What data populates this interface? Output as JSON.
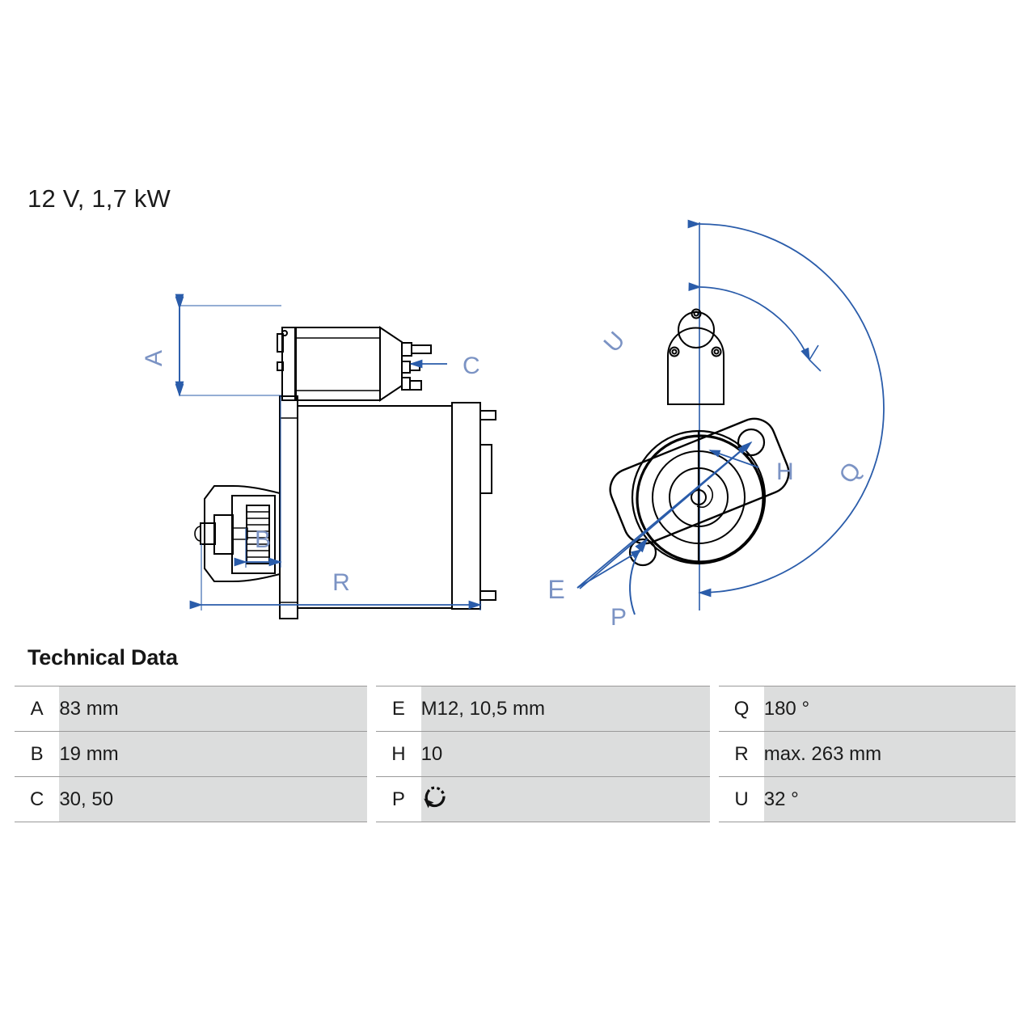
{
  "header": {
    "title": "12 V, 1,7 kW"
  },
  "section": {
    "technical_data_heading": "Technical Data"
  },
  "colors": {
    "dimension_blue": "#2a5caa",
    "label_blue": "#7b93c4",
    "outline_black": "#000000",
    "table_value_bg": "#dcdddd",
    "table_rule": "#9a9a9a"
  },
  "drawing_left": {
    "name": "starter-motor-side-view",
    "dimension_labels": [
      {
        "id": "A",
        "text": "A",
        "orientation": "vertical"
      },
      {
        "id": "B",
        "text": "B",
        "orientation": "horizontal"
      },
      {
        "id": "C",
        "text": "C",
        "orientation": "arrow-left"
      },
      {
        "id": "R",
        "text": "R",
        "orientation": "horizontal"
      }
    ]
  },
  "drawing_right": {
    "name": "starter-motor-flange-end-view",
    "dimension_labels": [
      {
        "id": "E",
        "text": "E",
        "orientation": "leader"
      },
      {
        "id": "P",
        "text": "P",
        "orientation": "rotation-arc"
      },
      {
        "id": "H",
        "text": "H",
        "orientation": "leader"
      },
      {
        "id": "U",
        "text": "U",
        "orientation": "arc"
      },
      {
        "id": "Q",
        "text": "Q",
        "orientation": "arc"
      }
    ]
  },
  "technical_data": {
    "heading": "Technical Data",
    "rows": [
      {
        "c1_key": "A",
        "c1_val": "83 mm",
        "c2_key": "E",
        "c2_val": "M12, 10,5 mm",
        "c3_key": "Q",
        "c3_val": "180 °"
      },
      {
        "c1_key": "B",
        "c1_val": "19 mm",
        "c2_key": "H",
        "c2_val": "10",
        "c3_key": "R",
        "c3_val": "max. 263 mm"
      },
      {
        "c1_key": "C",
        "c1_val": "30, 50",
        "c2_key": "P",
        "c2_val": "",
        "c2_val_icon": "rotation-arrow-icon",
        "c3_key": "U",
        "c3_val": "32 °"
      }
    ]
  }
}
